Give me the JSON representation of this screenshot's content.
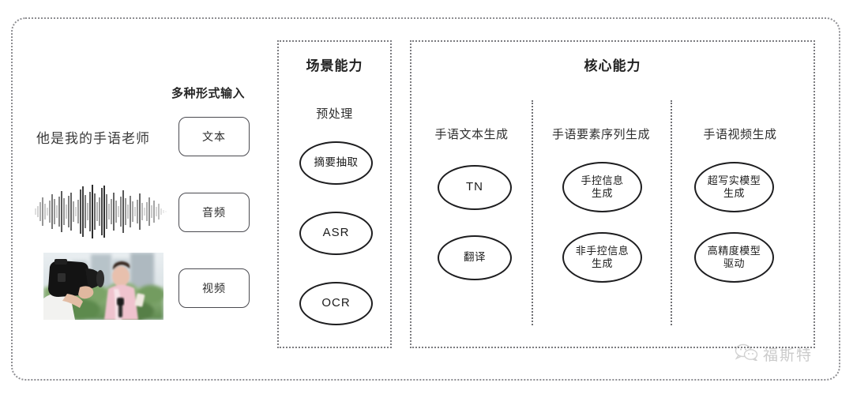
{
  "diagram": {
    "input_section": {
      "caption": "多种形式输入",
      "sample_sentence": "他是我的手语老师",
      "modalities": [
        {
          "label": "文本",
          "media": "text"
        },
        {
          "label": "音频",
          "media": "audio-waveform"
        },
        {
          "label": "视频",
          "media": "video-thumbnail"
        }
      ]
    },
    "scene_panel": {
      "title": "场景能力",
      "groups": [
        {
          "label": "预处理",
          "nodes": [
            {
              "label": "摘要抽取",
              "lines": [
                "摘要抽取"
              ]
            },
            {
              "label": "ASR",
              "lines": [
                "ASR"
              ]
            },
            {
              "label": "OCR",
              "lines": [
                "OCR"
              ]
            }
          ]
        }
      ]
    },
    "core_panel": {
      "title": "核心能力",
      "columns": [
        {
          "label": "手语文本生成",
          "nodes": [
            {
              "label": "TN",
              "lines": [
                "TN"
              ]
            },
            {
              "label": "翻译",
              "lines": [
                "翻译"
              ]
            }
          ]
        },
        {
          "label": "手语要素序列生成",
          "nodes": [
            {
              "label": "手控信息生成",
              "lines": [
                "手控信息",
                "生成"
              ]
            },
            {
              "label": "非手控信息生成",
              "lines": [
                "非手控信息",
                "生成"
              ]
            }
          ]
        },
        {
          "label": "手语视频生成",
          "nodes": [
            {
              "label": "超写实模型生成",
              "lines": [
                "超写实模型",
                "生成"
              ]
            },
            {
              "label": "高精度模型驱动",
              "lines": [
                "高精度模型",
                "驱动"
              ]
            }
          ]
        }
      ]
    },
    "watermark": {
      "text": "福斯特",
      "icon": "wechat-icon"
    },
    "colors": {
      "background": "#ffffff",
      "frame_border": "#8e8e92",
      "panel_border": "#7c7c80",
      "node_border": "#1d1d1f",
      "chip_border": "#4a4a50",
      "text": "#2b2b2b"
    }
  }
}
